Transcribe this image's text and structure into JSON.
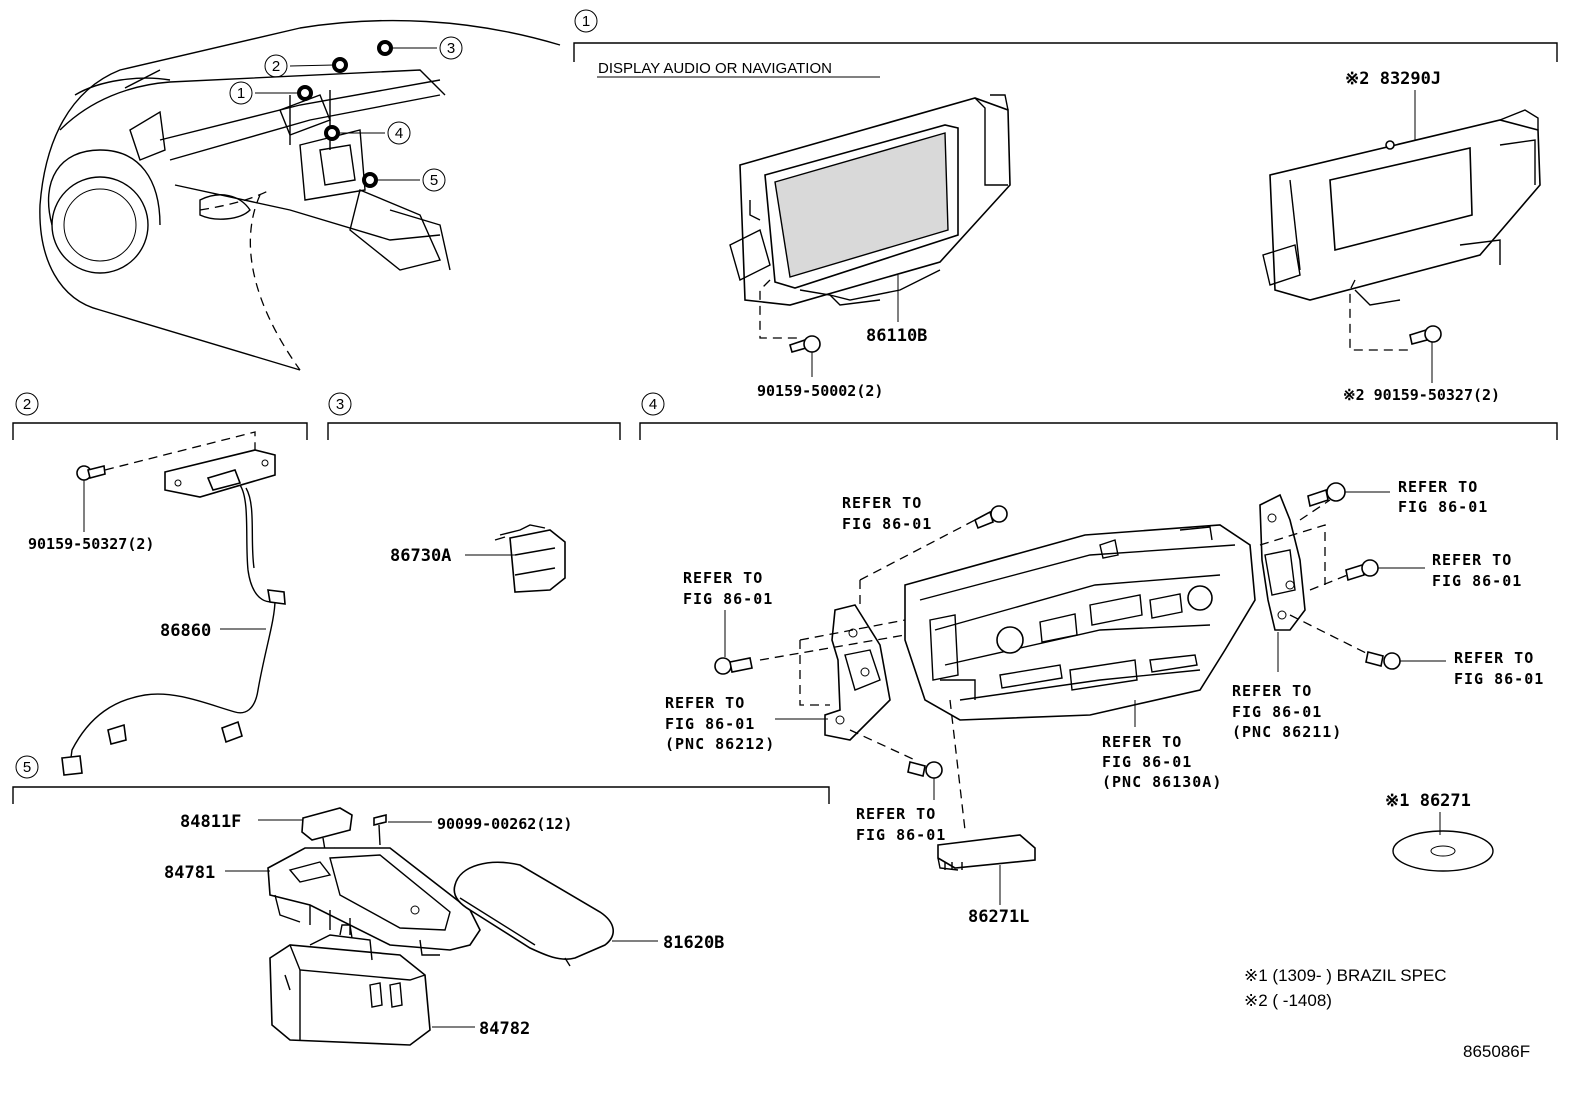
{
  "diagram_id": "865086F",
  "sections": [
    {
      "num": "1",
      "title": "DISPLAY AUDIO OR NAVIGATION"
    },
    {
      "num": "2",
      "title": ""
    },
    {
      "num": "3",
      "title": ""
    },
    {
      "num": "4",
      "title": ""
    },
    {
      "num": "5",
      "title": ""
    }
  ],
  "overview_callouts": [
    "1",
    "2",
    "3",
    "4",
    "5"
  ],
  "parts": {
    "p86110B": "86110B",
    "p83290J": "※2 83290J",
    "p90159_50002": "90159-50002(2)",
    "p90159_50327_2": "※2 90159-50327(2)",
    "p90159_50327": "90159-50327(2)",
    "p86860": "86860",
    "p86730A": "86730A",
    "p84811F": "84811F",
    "p90099_00262": "90099-00262(12)",
    "p84781": "84781",
    "p81620B": "81620B",
    "p84782": "84782",
    "p86271L": "86271L",
    "p86271": "※1 86271"
  },
  "refs": {
    "refer_to": "REFER TO",
    "fig": "FIG 86-01",
    "pnc_86212": "(PNC 86212)",
    "pnc_86211": "(PNC 86211)",
    "pnc_86130A": "(PNC 86130A)"
  },
  "notes": {
    "note1": "※1 (1309-        ) BRAZIL SPEC",
    "note2": "※2 (        -1408)"
  }
}
